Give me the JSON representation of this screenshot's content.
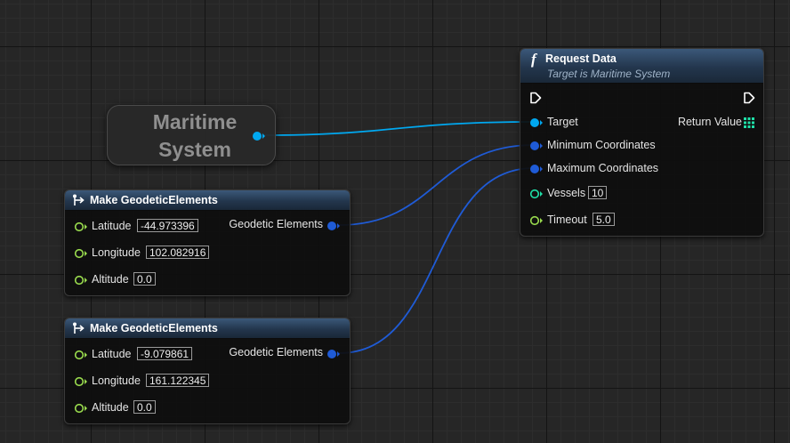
{
  "colors": {
    "struct_pin": "#1f5bd6",
    "object_pin": "#00a8f0",
    "float_pin": "#9adc4e",
    "int_pin": "#1fe0a8",
    "exec_pin": "#ffffff",
    "header": "#2c4460"
  },
  "maritime_node": {
    "line1": "Maritime",
    "line2": "System"
  },
  "request_node": {
    "icon": "f",
    "title": "Request Data",
    "subtitle": "Target is Maritime System",
    "target_label": "Target",
    "return_label": "Return Value",
    "min_label": "Minimum Coordinates",
    "max_label": "Maximum Coordinates",
    "vessels_label": "Vessels",
    "vessels_value": "10",
    "timeout_label": "Timeout",
    "timeout_value": "5.0"
  },
  "geo_nodes": [
    {
      "title": "Make GeodeticElements",
      "output_label": "Geodetic Elements",
      "latitude_label": "Latitude",
      "latitude_value": "-44.973396",
      "longitude_label": "Longitude",
      "longitude_value": "102.082916",
      "altitude_label": "Altitude",
      "altitude_value": "0.0"
    },
    {
      "title": "Make GeodeticElements",
      "output_label": "Geodetic Elements",
      "latitude_label": "Latitude",
      "latitude_value": "-9.079861",
      "longitude_label": "Longitude",
      "longitude_value": "161.122345",
      "altitude_label": "Altitude",
      "altitude_value": "0.0"
    }
  ]
}
